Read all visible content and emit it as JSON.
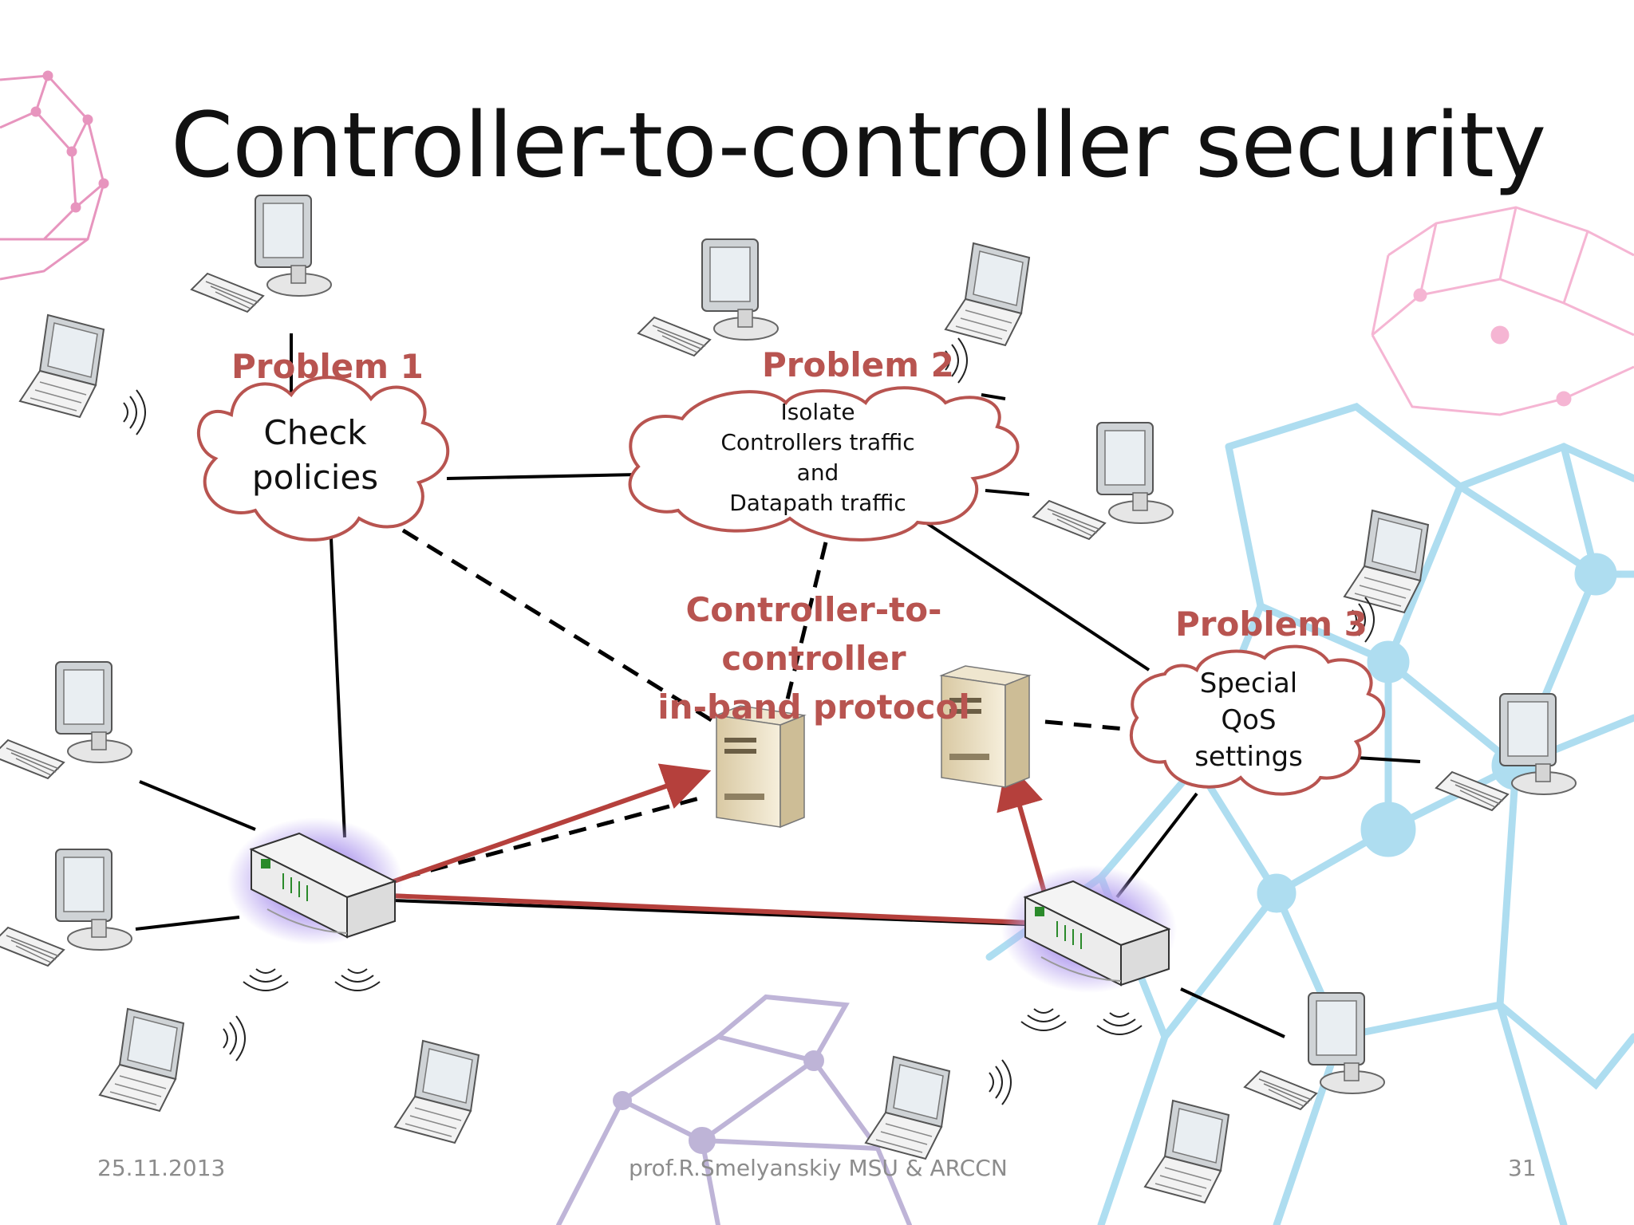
{
  "slide": {
    "title": "Controller-to-controller security",
    "problems": [
      {
        "label": "Problem 1",
        "cloud_lines": [
          "Check",
          "policies"
        ]
      },
      {
        "label": "Problem 2",
        "cloud_lines": [
          "Isolate",
          "Controllers traffic",
          "and",
          "Datapath traffic"
        ]
      },
      {
        "label": "Problem 3",
        "cloud_lines": [
          "Special",
          "QoS",
          "settings"
        ]
      }
    ],
    "center_label": [
      "Controller-to-controller",
      "in-band protocol"
    ],
    "footer": {
      "date": "25.11.2013",
      "author": "prof.R.Smelyanskiy MSU & ARCCN",
      "page": "31"
    }
  },
  "colors": {
    "accent": "#b85450",
    "arrow": "#b5403c",
    "geo_pink": "#e06da0",
    "geo_blue": "#7ec8e3",
    "geo_purple": "#8a78b8"
  },
  "icons": [
    "desktop-icon",
    "laptop-icon",
    "router-icon",
    "server-icon",
    "cloud-icon",
    "wireless-signal-icon"
  ]
}
